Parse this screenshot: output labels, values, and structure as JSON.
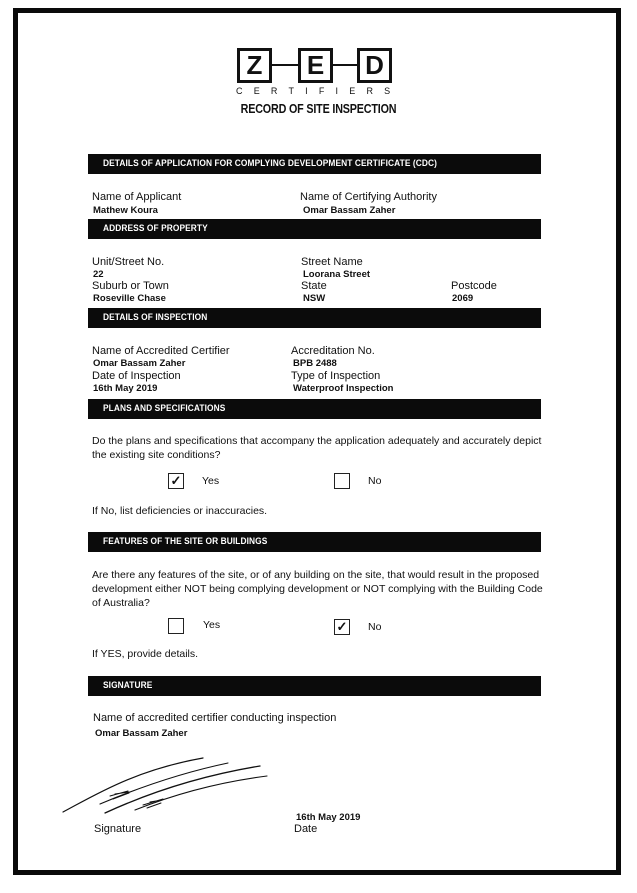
{
  "header": {
    "logo_letters": [
      "Z",
      "E",
      "D"
    ],
    "logo_subtitle": "CERTIFIERS",
    "title": "RECORD OF SITE INSPECTION"
  },
  "sections": {
    "application": {
      "heading": "DETAILS OF APPLICATION FOR COMPLYING DEVELOPMENT CERTIFICATE (CDC)",
      "applicant_label": "Name of Applicant",
      "applicant_value": "Mathew Koura",
      "authority_label": "Name of Certifying Authority",
      "authority_value": "Omar Bassam Zaher"
    },
    "address": {
      "heading": "ADDRESS OF PROPERTY",
      "unit_label": "Unit/Street No.",
      "unit_value": "22",
      "street_label": "Street Name",
      "street_value": "Loorana Street",
      "suburb_label": "Suburb or Town",
      "suburb_value": "Roseville Chase",
      "state_label": "State",
      "state_value": "NSW",
      "postcode_label": "Postcode",
      "postcode_value": "2069"
    },
    "inspection": {
      "heading": "DETAILS OF INSPECTION",
      "certifier_label": "Name of Accredited Certifier",
      "certifier_value": "Omar Bassam Zaher",
      "accreditation_label": "Accreditation No.",
      "accreditation_value": "BPB 2488",
      "date_label": "Date of Inspection",
      "date_value": "16th May 2019",
      "type_label": "Type of Inspection",
      "type_value": "Waterproof Inspection"
    },
    "plans": {
      "heading": "PLANS AND SPECIFICATIONS",
      "question": "Do the plans and specifications that accompany the application adequately and accurately depict the existing site conditions?",
      "yes_label": "Yes",
      "no_label": "No",
      "yes_mark": "✓",
      "no_mark": "",
      "followup": "If No, list deficiencies or inaccuracies."
    },
    "features": {
      "heading": "FEATURES OF THE SITE OR BUILDINGS",
      "question": "Are there any features of the site, or of any building on the site, that would result in the proposed development either NOT being complying development or NOT complying with the Building Code of Australia?",
      "yes_label": "Yes",
      "no_label": "No",
      "yes_mark": "",
      "no_mark": "✓",
      "followup": "If YES, provide details."
    },
    "signature": {
      "heading": "SIGNATURE",
      "name_label": "Name of accredited certifier conducting inspection",
      "name_value": "Omar Bassam Zaher",
      "signature_label": "Signature",
      "date_label": "Date",
      "date_value": "16th May 2019"
    }
  }
}
